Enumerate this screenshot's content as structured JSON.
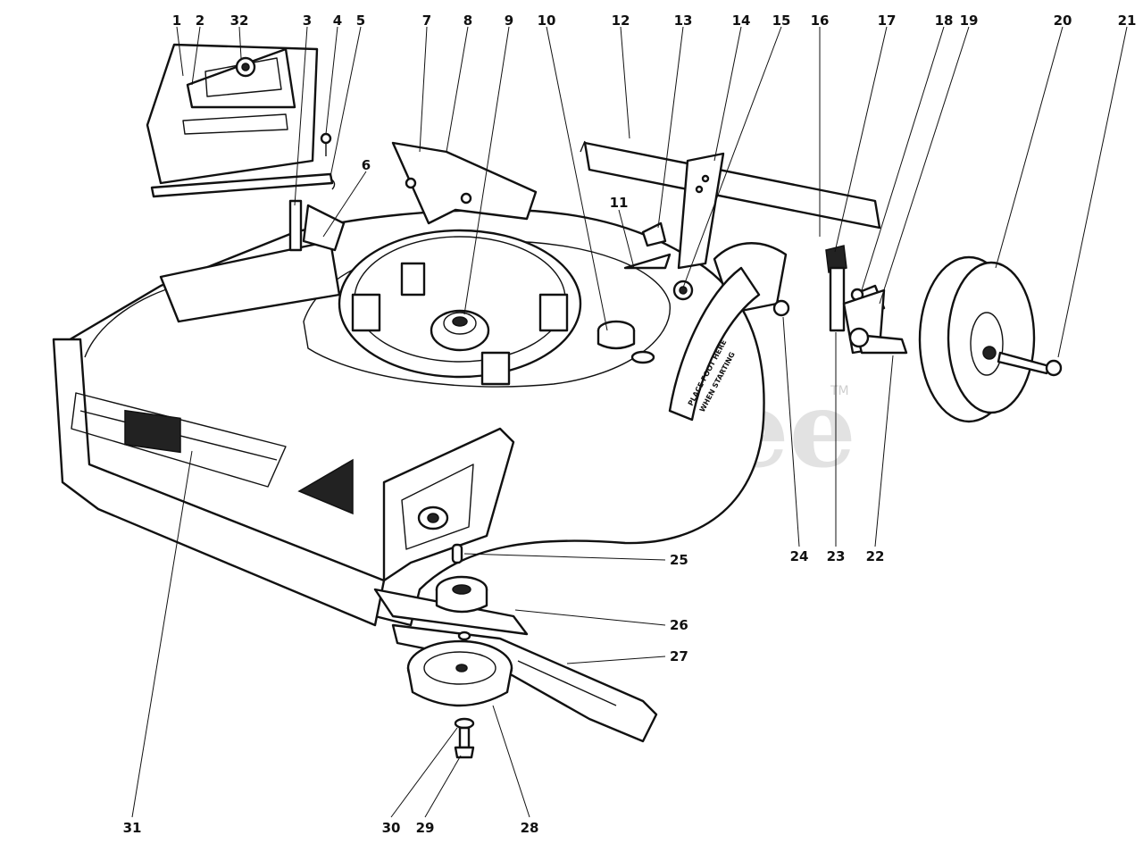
{
  "watermark": {
    "text": "PartsTree",
    "trademark": "TM"
  },
  "decals": {
    "starting_notice_line1": "PLACE FOOT HERE",
    "starting_notice_line2": "WHEN STARTING"
  },
  "callouts": [
    {
      "label": "1"
    },
    {
      "label": "2"
    },
    {
      "label": "32"
    },
    {
      "label": "3"
    },
    {
      "label": "4"
    },
    {
      "label": "5"
    },
    {
      "label": "6"
    },
    {
      "label": "7"
    },
    {
      "label": "8"
    },
    {
      "label": "9"
    },
    {
      "label": "10"
    },
    {
      "label": "11"
    },
    {
      "label": "12"
    },
    {
      "label": "13"
    },
    {
      "label": "14"
    },
    {
      "label": "15"
    },
    {
      "label": "16"
    },
    {
      "label": "17"
    },
    {
      "label": "18"
    },
    {
      "label": "19"
    },
    {
      "label": "20"
    },
    {
      "label": "21"
    },
    {
      "label": "22"
    },
    {
      "label": "23"
    },
    {
      "label": "24"
    },
    {
      "label": "25"
    },
    {
      "label": "26"
    },
    {
      "label": "27"
    },
    {
      "label": "28"
    },
    {
      "label": "29"
    },
    {
      "label": "30"
    },
    {
      "label": "31"
    }
  ]
}
